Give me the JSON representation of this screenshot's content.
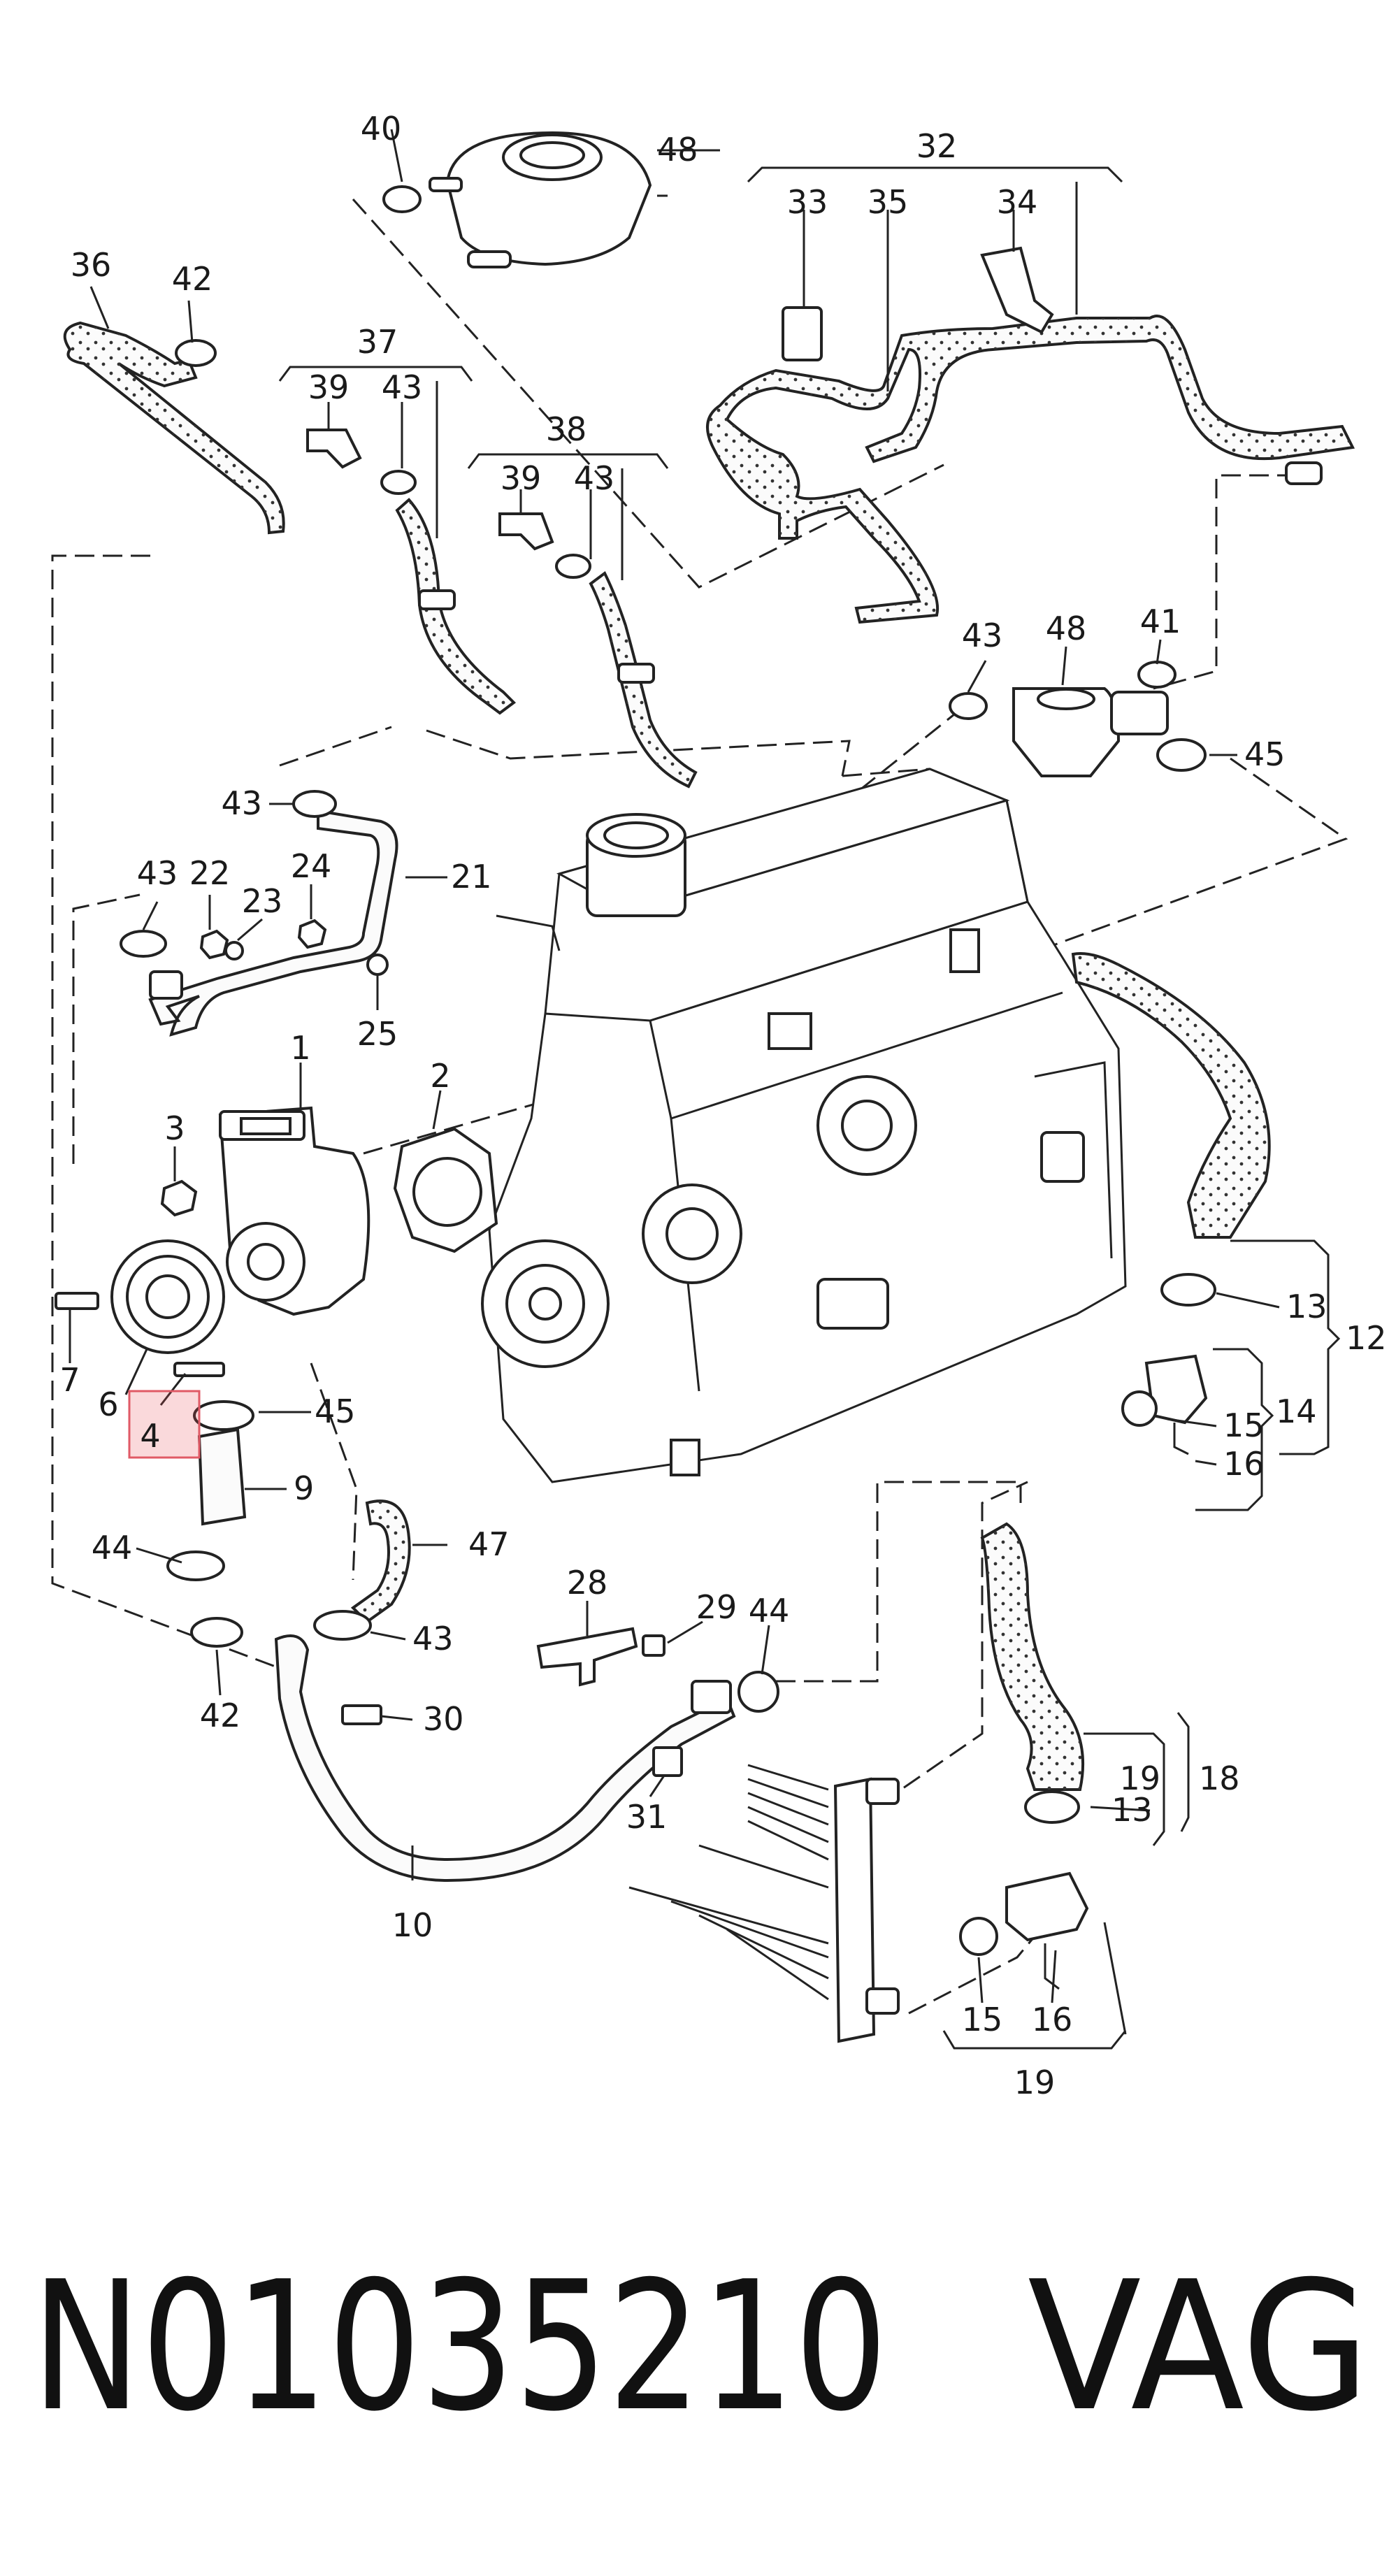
{
  "labels": {
    "l40": "40",
    "l48a": "48",
    "l32": "32",
    "l33": "33",
    "l35": "35",
    "l34": "34",
    "l36": "36",
    "l42a": "42",
    "l37": "37",
    "l39a": "39",
    "l43a": "43",
    "l38": "38",
    "l39b": "39",
    "l43b": "43",
    "l43c": "43",
    "l48b": "48",
    "l41": "41",
    "l45a": "45",
    "l43d": "43",
    "l21": "21",
    "l43e": "43",
    "l22": "22",
    "l24": "24",
    "l23": "23",
    "l25": "25",
    "l1": "1",
    "l2": "2",
    "l3": "3",
    "l7": "7",
    "l6": "6",
    "l4": "4",
    "l45b": "45",
    "l9": "9",
    "l44a": "44",
    "l47": "47",
    "l43f": "43",
    "l42b": "42",
    "l30": "30",
    "l10": "10",
    "l28": "28",
    "l29": "29",
    "l44b": "44",
    "l31": "31",
    "l13a": "13",
    "l12": "12",
    "l15a": "15",
    "l14": "14",
    "l16a": "16",
    "l19a": "19",
    "l18": "18",
    "l13b": "13",
    "l15b": "15",
    "l16b": "16",
    "l19b": "19"
  },
  "footer": {
    "part_number": "N01035210",
    "brand": "VAG"
  },
  "highlight": {
    "callout": "4",
    "color": "#e05a66"
  }
}
